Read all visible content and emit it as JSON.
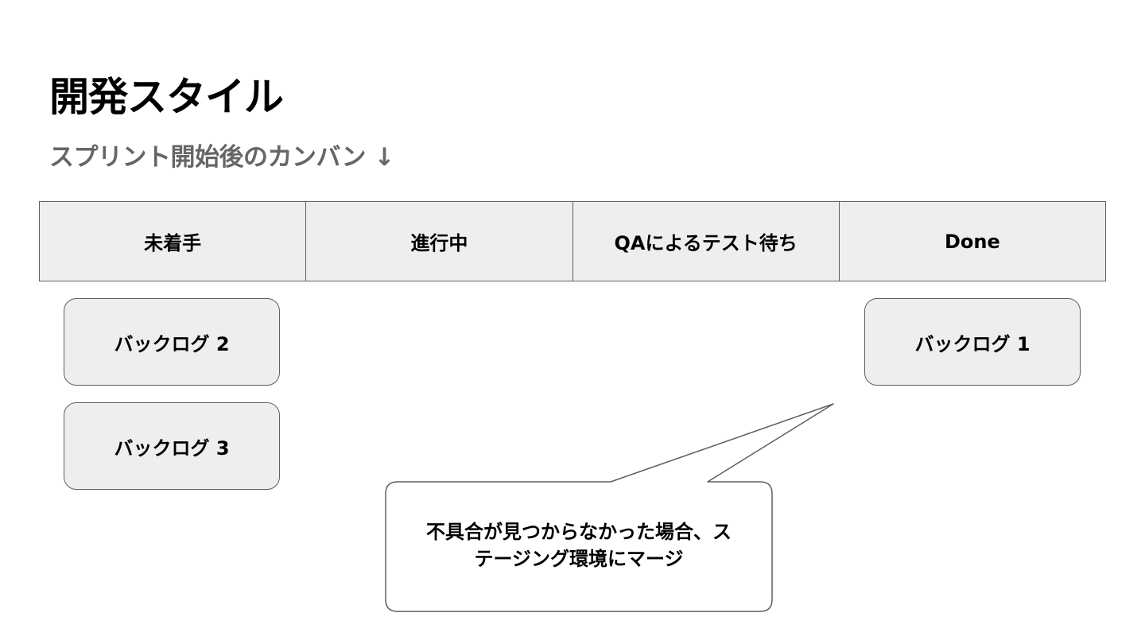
{
  "slide": {
    "title": "開発スタイル",
    "subtitle": "スプリント開始後のカンバン ↓"
  },
  "board": {
    "columns": [
      "未着手",
      "進行中",
      "QAによるテスト待ち",
      "Done"
    ]
  },
  "cards": {
    "backlog_2": "バックログ 2",
    "backlog_3": "バックログ 3",
    "backlog_1": "バックログ 1"
  },
  "callout": {
    "line1": "不具合が見つからなかった場合、ス",
    "line2": "テージング環境にマージ"
  }
}
